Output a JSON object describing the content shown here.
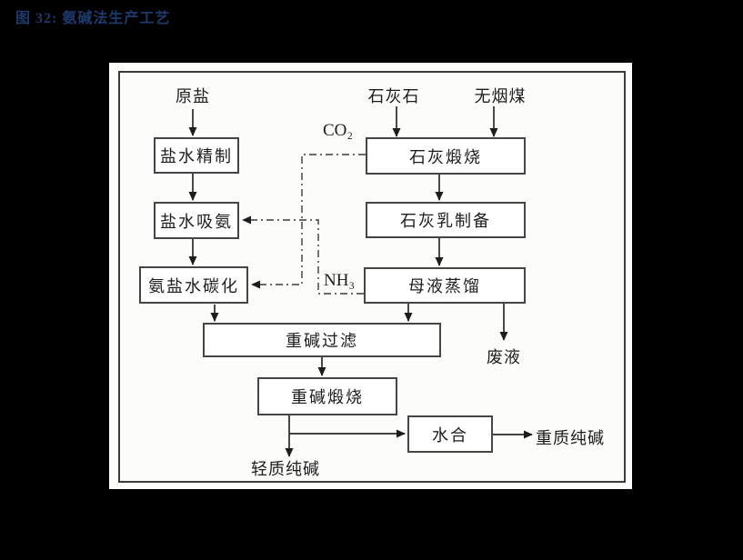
{
  "figure": {
    "title": "图 32: 氨碱法生产工艺"
  },
  "diagram": {
    "inputs": {
      "raw_salt": "原盐",
      "limestone": "石灰石",
      "anthracite": "无烟煤"
    },
    "nodes": {
      "brine_refining": "盐水精制",
      "brine_ammoniation": "盐水吸氨",
      "ammoniated_brine_carbonation": "氨盐水碳化",
      "lime_calcination": "石灰煅烧",
      "lime_milk_preparation": "石灰乳制备",
      "mother_liquor_distillation": "母液蒸馏",
      "crude_bicarbonate_filtration": "重碱过滤",
      "crude_bicarbonate_calcination": "重碱煅烧",
      "hydration": "水合"
    },
    "recycle_labels": {
      "co2": "CO₂",
      "nh3": "NH₃"
    },
    "outputs": {
      "waste_liquid": "废液",
      "light_soda_ash": "轻质纯碱",
      "dense_soda_ash": "重质纯碱"
    }
  },
  "colors": {
    "page_background": "#000000",
    "panel_background": "#fcfcfa",
    "frame_border": "#3c3c3c",
    "box_border": "#454545",
    "text": "#1d1d1d",
    "line": "#2a2a2a",
    "title": "#1e3a6d"
  }
}
